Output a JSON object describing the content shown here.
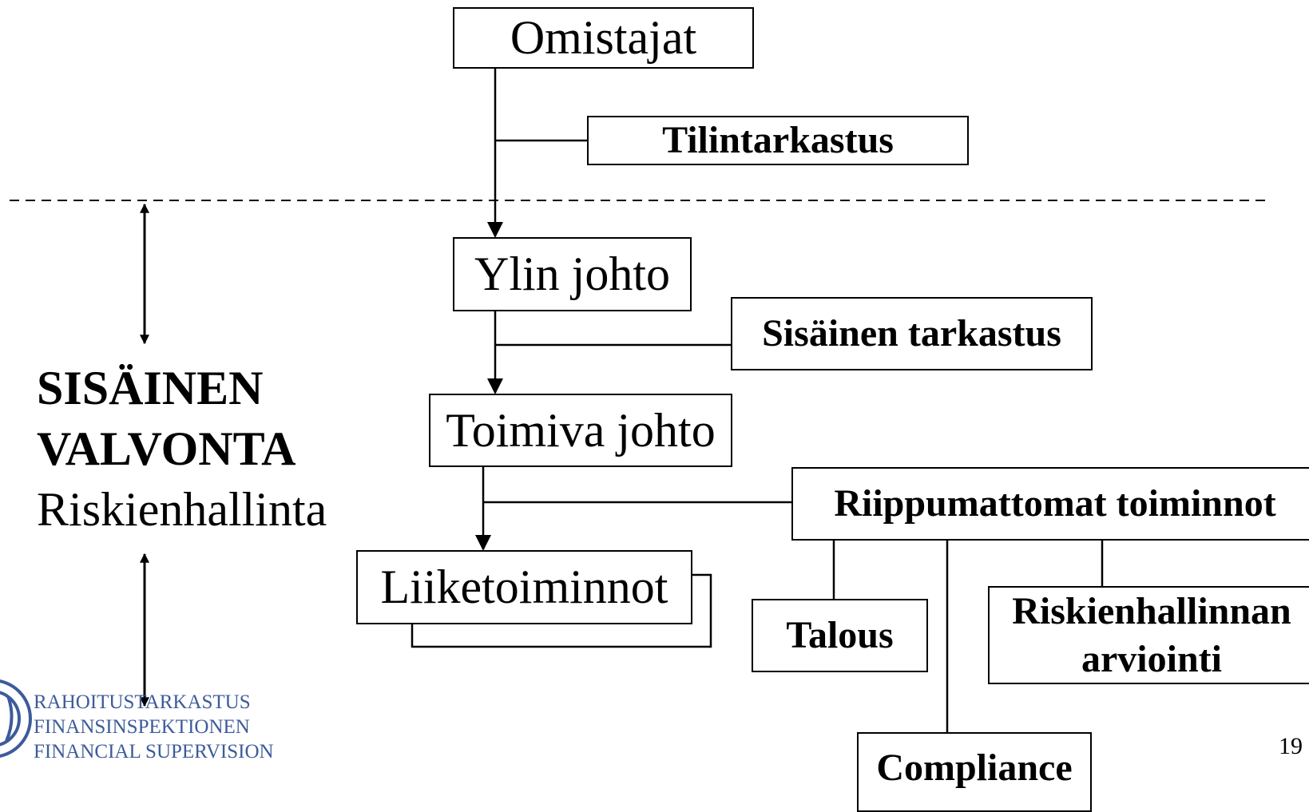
{
  "boxes": {
    "omistajat": "Omistajat",
    "tilintarkastus": "Tilintarkastus",
    "ylin_johto": "Ylin johto",
    "sisainen_tarkastus": "Sisäinen tarkastus",
    "toimiva_johto": "Toimiva johto",
    "riippumattomat": "Riippumattomat toiminnot",
    "liiketoiminnot": "Liiketoiminnot",
    "talous": "Talous",
    "riskienhallinnan_line1": "Riskienhallinnan",
    "riskienhallinnan_line2": "arviointi",
    "compliance": "Compliance"
  },
  "side_label": {
    "line1": "SISÄINEN",
    "line2": "VALVONTA",
    "line3": "Riskienhallinta"
  },
  "logo": {
    "line1": "RAHOITUSTARKASTUS",
    "line2": "FINANSINSPEKTIONEN",
    "line3": "FINANCIAL SUPERVISION"
  },
  "page_number": "19",
  "colors": {
    "lines": "#000000",
    "logo": "#3d5b9b"
  }
}
